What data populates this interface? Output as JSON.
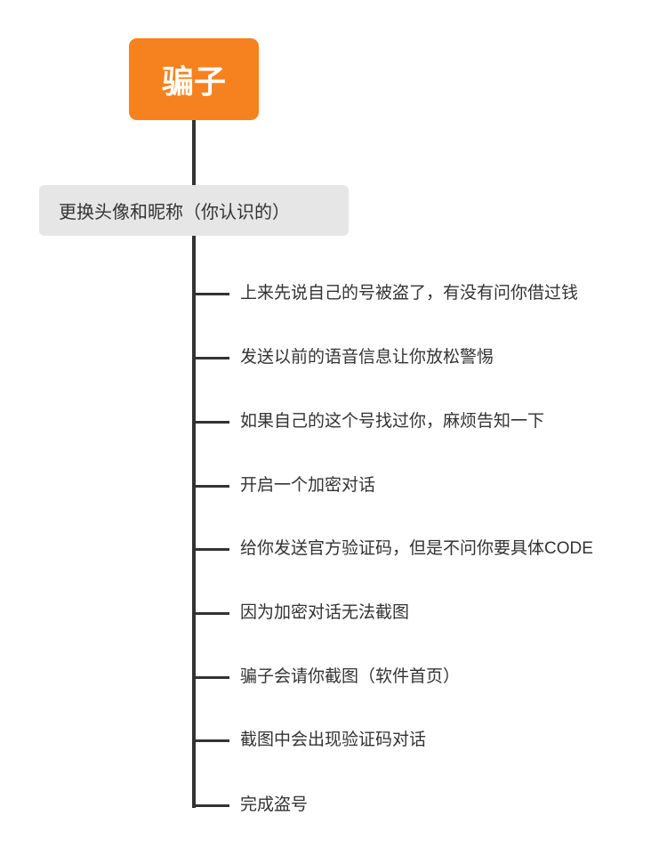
{
  "root": {
    "label": "骗子",
    "color": "#F5821F"
  },
  "subtopic": {
    "label": "更换头像和昵称（你认识的）"
  },
  "steps": [
    "上来先说自己的号被盗了，有没有问你借过钱",
    "发送以前的语音信息让你放松警惕",
    "如果自己的这个号找过你，麻烦告知一下",
    "开启一个加密对话",
    "给你发送官方验证码，但是不问你要具体CODE",
    "因为加密对话无法截图",
    "骗子会请你截图（软件首页）",
    "截图中会出现验证码对话",
    "完成盗号"
  ]
}
